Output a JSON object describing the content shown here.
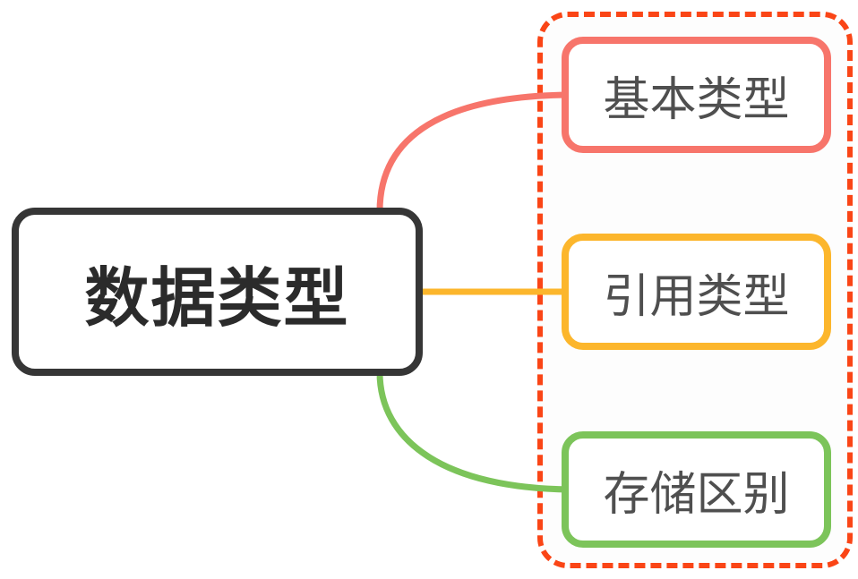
{
  "diagram": {
    "root": {
      "label": "数据类型",
      "border_color": "#363636"
    },
    "group_frame": {
      "border_color": "#fa4516",
      "background": "#fdfdfd"
    },
    "children": [
      {
        "label": "基本类型",
        "color": "#f7756b"
      },
      {
        "label": "引用类型",
        "color": "#fcb62c"
      },
      {
        "label": "存储区别",
        "color": "#7cc45a"
      }
    ],
    "connectors": [
      {
        "from": "数据类型",
        "to": "基本类型",
        "color": "#f7756b"
      },
      {
        "from": "数据类型",
        "to": "引用类型",
        "color": "#fcb62c"
      },
      {
        "from": "数据类型",
        "to": "存储区别",
        "color": "#7cc45a"
      }
    ]
  }
}
